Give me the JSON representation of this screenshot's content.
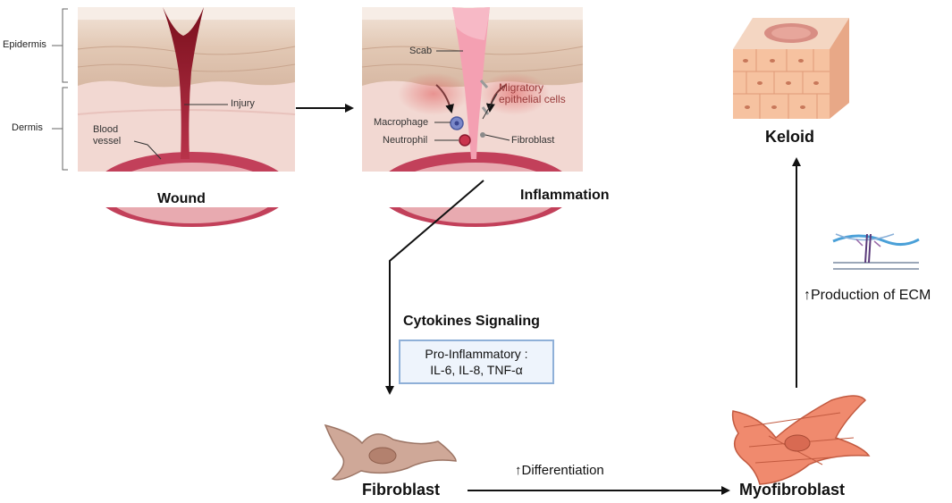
{
  "layer_labels": {
    "epidermis": "Epidermis",
    "dermis": "Dermis"
  },
  "wound": {
    "title": "Wound",
    "injury": "Injury",
    "blood_vessel_line1": "Blood",
    "blood_vessel_line2": "vessel"
  },
  "inflammation": {
    "title": "Inflammation",
    "scab": "Scab",
    "migratory_line1": "Migratory",
    "migratory_line2": "epithelial cells",
    "macrophage": "Macrophage",
    "neutrophil": "Neutrophil",
    "fibroblast": "Fibroblast"
  },
  "cytokines": {
    "title": "Cytokines Signaling",
    "box_line1": "Pro-Inflammatory :",
    "box_line2": "IL-6, IL-8, TNF-α"
  },
  "fibroblast_label": "Fibroblast",
  "differentiation_label": "↑Differentiation",
  "myofibroblast_label": "Myofibroblast",
  "ecm_label": "↑Production of ECM",
  "keloid_label": "Keloid",
  "colors": {
    "epidermis_top": "#e8d2c2",
    "dermis": "#f1d6d0",
    "wound": "#9b1b2a",
    "scab": "#f4a0b2",
    "vessel": "#c8445a",
    "fibroblast": "#c99a88",
    "myofibroblast": "#ee8468",
    "keloid": "#f6c69e",
    "box_border": "#8fb0d8"
  }
}
